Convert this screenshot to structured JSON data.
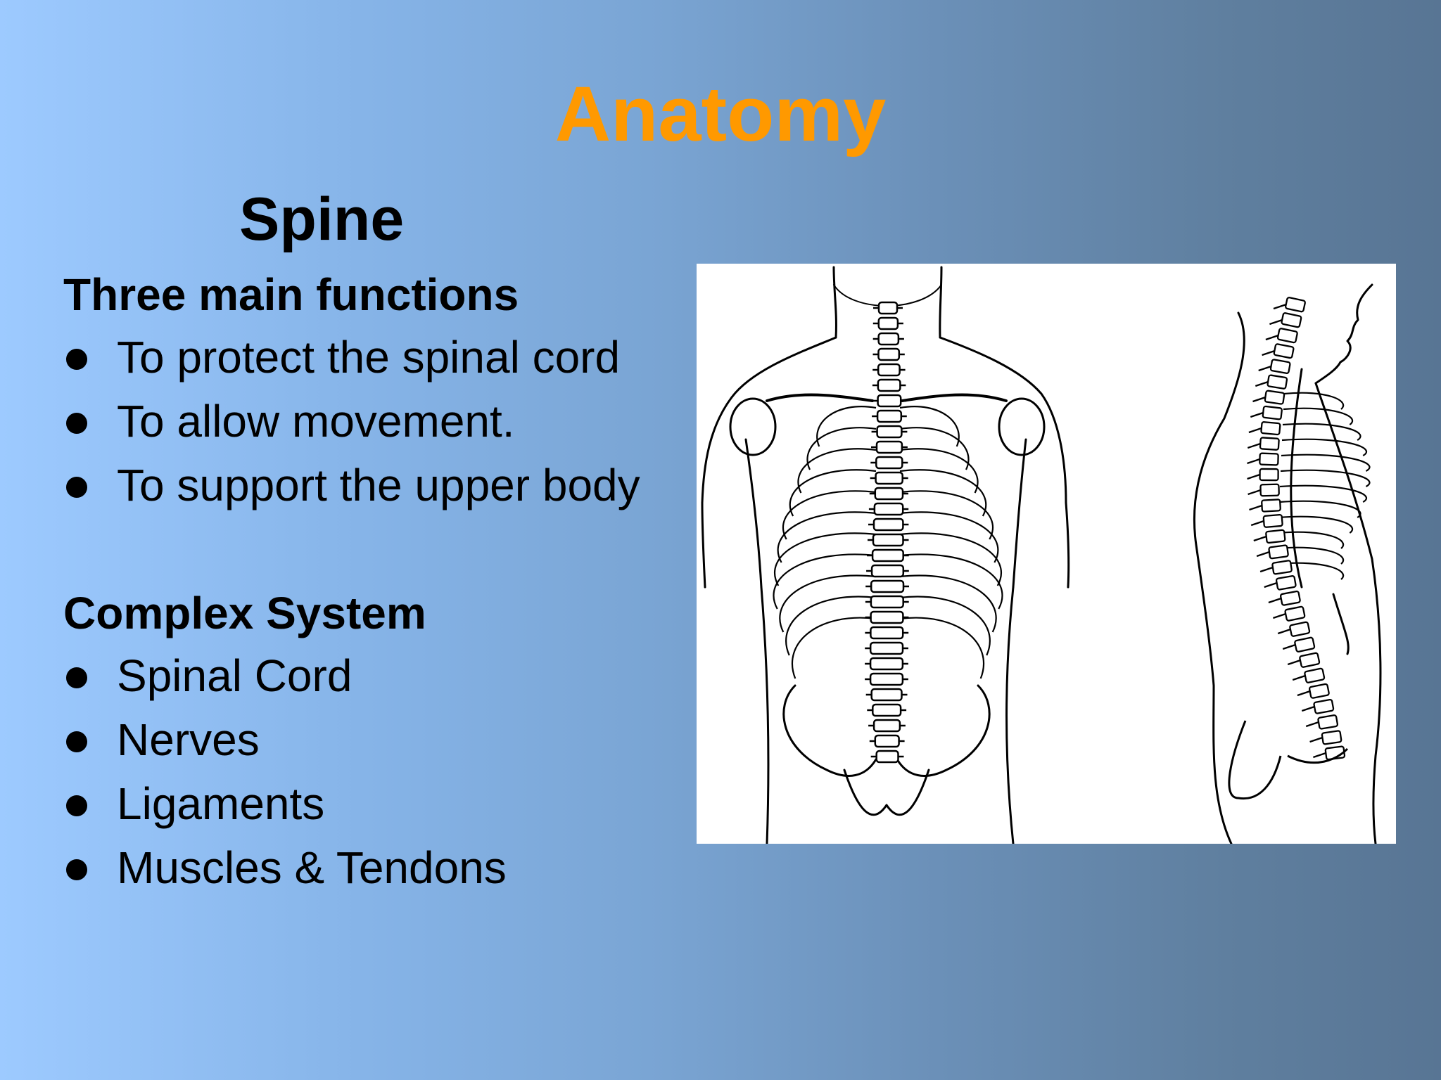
{
  "slide": {
    "title": "Anatomy",
    "subtitle": "Spine",
    "sections": [
      {
        "heading": "Three main functions",
        "items": [
          "To protect the spinal cord",
          "To allow movement.",
          "To support the upper body"
        ]
      },
      {
        "heading": "Complex System",
        "items": [
          "Spinal Cord",
          "Nerves",
          "Ligaments",
          "Muscles & Tendons"
        ]
      }
    ],
    "figure": {
      "icon": "spine-skeleton-illustration",
      "views": [
        "front-view",
        "side-view"
      ]
    }
  },
  "colors": {
    "title": "#ff9900",
    "text": "#000000",
    "background_left": "#9dcaff",
    "background_right": "#587594",
    "figure_background": "#ffffff"
  }
}
